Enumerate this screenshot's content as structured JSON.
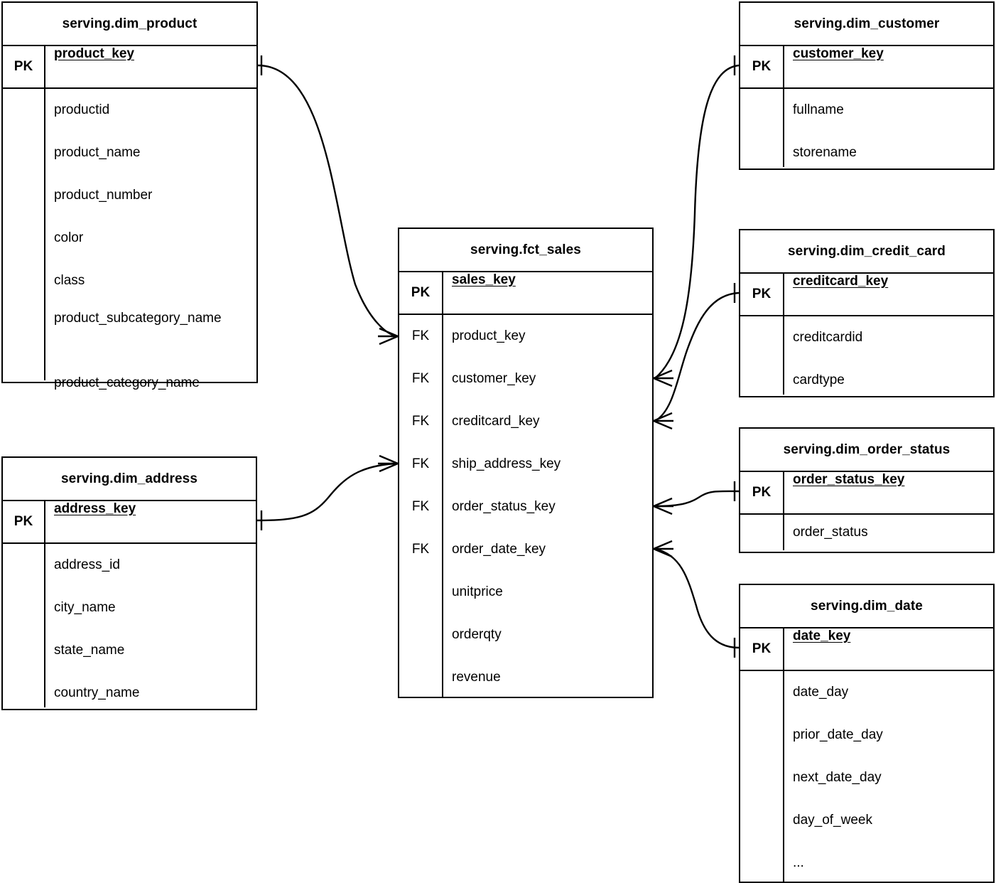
{
  "diagram": {
    "type": "entity-relationship",
    "notation": "crow's-foot",
    "background_color": "#ffffff",
    "line_color": "#000000",
    "key_labels": {
      "primary": "PK",
      "foreign": "FK"
    }
  },
  "entities": {
    "dim_product": {
      "title": "serving.dim_product",
      "pk_label": "PK",
      "pk_field": "product_key",
      "fields": [
        "productid",
        "product_name",
        "product_number",
        "color",
        "class",
        "product_subcategory_name",
        "product_category_name"
      ]
    },
    "dim_address": {
      "title": "serving.dim_address",
      "pk_label": "PK",
      "pk_field": "address_key",
      "fields": [
        "address_id",
        "city_name",
        "state_name",
        "country_name"
      ]
    },
    "fct_sales": {
      "title": "serving.fct_sales",
      "pk_label": "PK",
      "pk_field": "sales_key",
      "rows": [
        {
          "key": "FK",
          "name": "product_key"
        },
        {
          "key": "FK",
          "name": "customer_key"
        },
        {
          "key": "FK",
          "name": "creditcard_key"
        },
        {
          "key": "FK",
          "name": "ship_address_key"
        },
        {
          "key": "FK",
          "name": "order_status_key"
        },
        {
          "key": "FK",
          "name": "order_date_key"
        },
        {
          "key": "",
          "name": "unitprice"
        },
        {
          "key": "",
          "name": "orderqty"
        },
        {
          "key": "",
          "name": "revenue"
        }
      ]
    },
    "dim_customer": {
      "title": "serving.dim_customer",
      "pk_label": "PK",
      "pk_field": "customer_key",
      "fields": [
        "fullname",
        "storename"
      ]
    },
    "dim_credit_card": {
      "title": "serving.dim_credit_card",
      "pk_label": "PK",
      "pk_field": "creditcard_key",
      "fields": [
        "creditcardid",
        "cardtype"
      ]
    },
    "dim_order_status": {
      "title": "serving.dim_order_status",
      "pk_label": "PK",
      "pk_field": "order_status_key",
      "fields": [
        "order_status"
      ]
    },
    "dim_date": {
      "title": "serving.dim_date",
      "pk_label": "PK",
      "pk_field": "date_key",
      "fields": [
        "date_day",
        "prior_date_day",
        "next_date_day",
        "day_of_week",
        "..."
      ]
    }
  },
  "relationships": [
    {
      "from": "dim_product.product_key",
      "to": "fct_sales.product_key",
      "from_cardinality": "one",
      "to_cardinality": "many"
    },
    {
      "from": "dim_address.address_key",
      "to": "fct_sales.ship_address_key",
      "from_cardinality": "one",
      "to_cardinality": "many"
    },
    {
      "from": "dim_customer.customer_key",
      "to": "fct_sales.customer_key",
      "from_cardinality": "one",
      "to_cardinality": "many"
    },
    {
      "from": "dim_credit_card.creditcard_key",
      "to": "fct_sales.creditcard_key",
      "from_cardinality": "one",
      "to_cardinality": "many"
    },
    {
      "from": "dim_order_status.order_status_key",
      "to": "fct_sales.order_status_key",
      "from_cardinality": "one",
      "to_cardinality": "many"
    },
    {
      "from": "dim_date.date_key",
      "to": "fct_sales.order_date_key",
      "from_cardinality": "one",
      "to_cardinality": "many"
    }
  ]
}
